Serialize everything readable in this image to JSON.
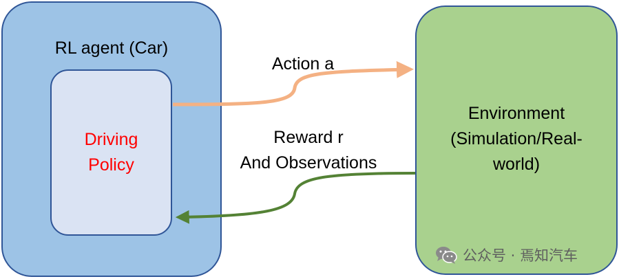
{
  "agent": {
    "title": "RL agent (Car)"
  },
  "policy": {
    "lines": [
      "Driving",
      "Policy"
    ],
    "text_color": "#ff0000"
  },
  "environment": {
    "lines": [
      "Environment",
      "(Simulation/Real-",
      "world)"
    ]
  },
  "action_arrow": {
    "label": "Action a",
    "color": "#f4b183"
  },
  "reward_arrow": {
    "lines": [
      "Reward r",
      "And Observations"
    ],
    "color": "#548235"
  },
  "watermark": {
    "text": "公众号 · 焉知汽车",
    "icon": "wechat-icon"
  },
  "colors": {
    "agent_fill": "#9dc3e6",
    "policy_fill": "#dae3f3",
    "environment_fill": "#a9d18e",
    "border": "#2f5597"
  }
}
